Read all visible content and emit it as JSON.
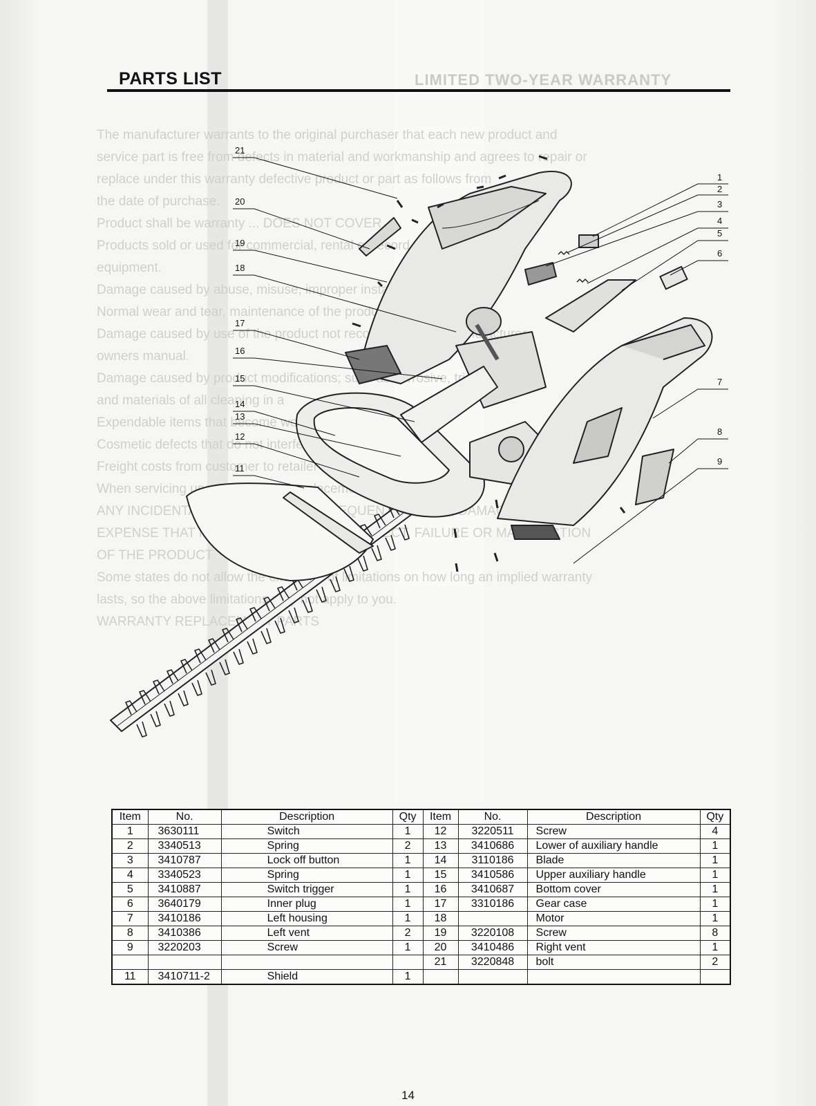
{
  "header": {
    "title": "PARTS LIST",
    "ghost_heading": "LIMITED TWO-YEAR WARRANTY"
  },
  "bleed_text": [
    "The manufacturer warrants to the original purchaser that each new product and",
    "service part is free from defects in material and workmanship and agrees to repair or",
    "replace under this warranty defective product or part as follows from",
    "the date of purchase.",
    "Product shall be warranty ... DOES NOT COVER",
    "Products sold or used for commercial, rental or record time used as",
    "equipment.",
    "Damage caused by abuse, misuse, improper installation or",
    "Normal wear and tear, maintenance of the product ... recommended",
    "Damage caused by use of the product not recommended by manufacturer",
    "owners manual.",
    "Damage caused by product modifications; such as corrosive, trimmer",
    "and materials of all cleaning in a",
    "Expendable items that become worn during normal use",
    "Cosmetic defects that do not interfere with functionality",
    "Freight costs from customer to retailer",
    "When servicing use only identical replacement parts",
    "ANY INCIDENTAL, INDIRECT OR CONSEQUENTIAL LOSS, DAMAGE OR",
    "EXPENSE THAT MAY RESULT FROM ANY DEFECT, FAILURE OR MALFUNCTION",
    "OF THE PRODUCT",
    "Some states do not allow the exclusion of limitations on how long an implied warranty",
    "lasts, so the above limitations may not apply to you.",
    "WARRANTY REPLACEMENT PARTS"
  ],
  "diagram": {
    "callouts": [
      "21",
      "20",
      "19",
      "18",
      "17",
      "16",
      "15",
      "14",
      "13",
      "12",
      "11",
      "1",
      "2",
      "3",
      "4",
      "5",
      "6",
      "7",
      "8",
      "9"
    ]
  },
  "table": {
    "headers": [
      "Item",
      "No.",
      "Description",
      "Qty",
      "Item",
      "No.",
      "Description",
      "Qty"
    ],
    "rows": [
      [
        "1",
        "3630111",
        "Switch",
        "1",
        "12",
        "3220511",
        "Screw",
        "4"
      ],
      [
        "2",
        "3340513",
        "Spring",
        "2",
        "13",
        "3410686",
        "Lower of auxiliary handle",
        "1"
      ],
      [
        "3",
        "3410787",
        "Lock off button",
        "1",
        "14",
        "3110186",
        "Blade",
        "1"
      ],
      [
        "4",
        "3340523",
        "Spring",
        "1",
        "15",
        "3410586",
        "Upper auxiliary handle",
        "1"
      ],
      [
        "5",
        "3410887",
        "Switch trigger",
        "1",
        "16",
        "3410687",
        "Bottom cover",
        "1"
      ],
      [
        "6",
        "3640179",
        "Inner plug",
        "1",
        "17",
        "3310186",
        "Gear case",
        "1"
      ],
      [
        "7",
        "3410186",
        "Left housing",
        "1",
        "18",
        "",
        "Motor",
        "1"
      ],
      [
        "8",
        "3410386",
        "Left vent",
        "2",
        "19",
        "3220108",
        "Screw",
        "8"
      ],
      [
        "9",
        "3220203",
        "Screw",
        "1",
        "20",
        "3410486",
        "Right vent",
        "1"
      ],
      [
        "",
        "",
        "",
        "",
        "21",
        "3220848",
        "bolt",
        "2"
      ],
      [
        "11",
        "3410711-2",
        "Shield",
        "1",
        "",
        "",
        "",
        ""
      ]
    ]
  },
  "footer": {
    "page_number": "14"
  },
  "colors": {
    "ink": "#111111",
    "paper": "#f6f6f4",
    "ghost": "#cfcfcd"
  }
}
